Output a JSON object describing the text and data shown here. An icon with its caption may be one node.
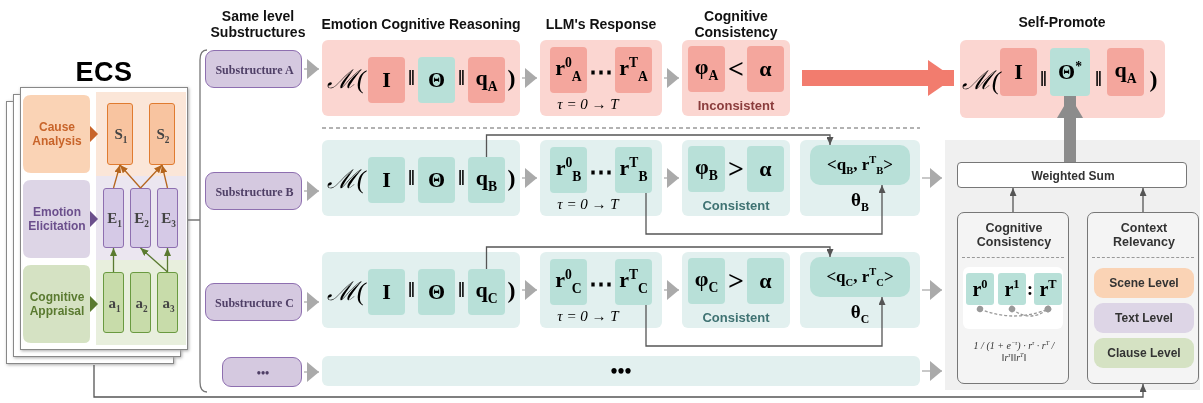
{
  "diagram": {
    "nodes": [
      {
        "text": [
          "ECS"
        ]
      },
      {
        "text": [
          "Cause Analysis"
        ],
        "in": 0
      },
      {
        "text": [
          "Emotion Elicitation"
        ],
        "in": 0
      },
      {
        "text": [
          "Cognitive Appraisal"
        ],
        "in": 0
      },
      {
        "text": [
          "S$_{1}$"
        ],
        "in": 0
      },
      {
        "text": [
          "S$_{2}$"
        ],
        "in": 0
      },
      {
        "text": [
          "E$_{1}$"
        ],
        "in": 0
      },
      {
        "text": [
          "E$_{2}$"
        ],
        "in": 0
      },
      {
        "text": [
          "E$_{3}$"
        ],
        "in": 0
      },
      {
        "text": [
          "a$_{1}$"
        ],
        "in": 0
      },
      {
        "text": [
          "a$_{2}$"
        ],
        "in": 0
      },
      {
        "text": [
          "a$_{3}$"
        ],
        "in": 0
      },
      {
        "text": [
          "Substructure A"
        ]
      },
      {
        "text": [
          "Substructure B"
        ]
      },
      {
        "text": [
          "Substructure C"
        ]
      },
      {
        "text": [
          "•••"
        ]
      },
      {
        "text": [
          "ℳ(",
          "‖",
          "‖",
          ")"
        ]
      },
      {
        "text": [
          "I"
        ],
        "in": 16
      },
      {
        "text": [
          "Θ"
        ],
        "in": 16
      },
      {
        "text": [
          "q$_{A}$"
        ],
        "in": 16
      },
      {
        "text": [
          "⋯",
          "τ = 0 → T"
        ]
      },
      {
        "text": [
          "r$^{0}$$_{A}$"
        ],
        "in": 20
      },
      {
        "text": [
          "r$^{T}$$_{A}$"
        ],
        "in": 20
      },
      {
        "text": [
          "<",
          "Inconsistent"
        ]
      },
      {
        "text": [
          "φ$_{A}$"
        ],
        "in": 23
      },
      {
        "text": [
          "α"
        ],
        "in": 23
      },
      {
        "text": [
          "ℳ(",
          "‖",
          "‖",
          ")"
        ]
      },
      {
        "text": [
          "I"
        ],
        "in": 26
      },
      {
        "text": [
          "Θ$^{*}$"
        ],
        "in": 26
      },
      {
        "text": [
          "q$_{A}$"
        ],
        "in": 26
      },
      {
        "text": [
          "ℳ(",
          "‖",
          "‖",
          ")"
        ]
      },
      {
        "text": [
          "I"
        ],
        "in": 30
      },
      {
        "text": [
          "Θ"
        ],
        "in": 30
      },
      {
        "text": [
          "q$_{B}$"
        ],
        "in": 30
      },
      {
        "text": [
          "⋯",
          "τ = 0 → T"
        ]
      },
      {
        "text": [
          "r$^{0}$$_{B}$"
        ],
        "in": 34
      },
      {
        "text": [
          "r$^{T}$$_{B}$"
        ],
        "in": 34
      },
      {
        "text": [
          ">",
          "Consistent"
        ]
      },
      {
        "text": [
          "φ$_{B}$"
        ],
        "in": 37
      },
      {
        "text": [
          "α"
        ],
        "in": 37
      },
      {
        "text": [
          "θ$_{B}$"
        ]
      },
      {
        "text": [
          "<q$_{B}$, r$^{T}$$_{B}$>"
        ],
        "in": 40
      },
      {
        "text": [
          "ℳ(",
          "‖",
          "‖",
          ")"
        ]
      },
      {
        "text": [
          "I"
        ],
        "in": 42
      },
      {
        "text": [
          "Θ"
        ],
        "in": 42
      },
      {
        "text": [
          "q$_{C}$"
        ],
        "in": 42
      },
      {
        "text": [
          "⋯",
          "τ = 0 → T"
        ]
      },
      {
        "text": [
          "r$^{0}$$_{C}$"
        ],
        "in": 46
      },
      {
        "text": [
          "r$^{T}$$_{C}$"
        ],
        "in": 46
      },
      {
        "text": [
          ">",
          "Consistent"
        ]
      },
      {
        "text": [
          "φ$_{C}$"
        ],
        "in": 49
      },
      {
        "text": [
          "α"
        ],
        "in": 49
      },
      {
        "text": [
          "θ$_{C}$"
        ]
      },
      {
        "text": [
          "<q$_{C}$, r$^{T}$$_{C}$>"
        ],
        "in": 52
      },
      {
        "text": [
          "•••"
        ]
      },
      {
        "text": [],
        "shape": "box"
      },
      {
        "text": [
          "Weighted Sum"
        ],
        "in": 55
      },
      {
        "text": [
          "Cognitive Consistency",
          ":",
          "1 / (1 + e$^{−τ}$) · r$^{τ}$ · r$^{T}$ / ‖r$^{τ}$‖‖r$^{T}$‖"
        ],
        "in": 55
      },
      {
        "text": [
          "r$^{0}$"
        ],
        "in": 57
      },
      {
        "text": [
          "r$^{1}$"
        ],
        "in": 57
      },
      {
        "text": [
          "r$^{T}$"
        ],
        "in": 57
      },
      {
        "text": [
          "Context Relevancy"
        ],
        "in": 55
      },
      {
        "text": [
          "Scene Level"
        ],
        "in": 61
      },
      {
        "text": [
          "Text Level"
        ],
        "in": 61
      },
      {
        "text": [
          "Clause Level"
        ],
        "in": 61
      }
    ],
    "edges": [
      {
        "from": 6,
        "to": 4,
        "arrow": "to",
        "color": "#b5651d"
      },
      {
        "from": 7,
        "to": 4,
        "arrow": "to",
        "color": "#b5651d"
      },
      {
        "from": 7,
        "to": 5,
        "arrow": "to",
        "color": "#b5651d"
      },
      {
        "from": 8,
        "to": 5,
        "arrow": "to",
        "color": "#b5651d"
      },
      {
        "from": 9,
        "to": 6,
        "arrow": "to",
        "color": "#5a7a30"
      },
      {
        "from": 11,
        "to": 7,
        "arrow": "to",
        "color": "#5a7a30"
      },
      {
        "from": 11,
        "to": 8,
        "arrow": "to",
        "color": "#5a7a30"
      },
      {
        "from": 12,
        "to": 16,
        "arrow": "to"
      },
      {
        "from": 16,
        "to": 20,
        "arrow": "to"
      },
      {
        "from": 20,
        "to": 23,
        "arrow": "to"
      },
      {
        "from": 23,
        "to": 26,
        "arrow": "to",
        "style": "thick",
        "color": "#f27c6e"
      },
      {
        "from": 13,
        "to": 30,
        "arrow": "to"
      },
      {
        "from": 30,
        "to": 34,
        "arrow": "to"
      },
      {
        "from": 34,
        "to": 37,
        "arrow": "to"
      },
      {
        "from": 33,
        "to": 41,
        "arrow": "to"
      },
      {
        "from": 36,
        "to": 41,
        "arrow": "to"
      },
      {
        "from": 40,
        "to": 55,
        "arrow": "to"
      },
      {
        "from": 14,
        "to": 42,
        "arrow": "to"
      },
      {
        "from": 42,
        "to": 46,
        "arrow": "to"
      },
      {
        "from": 46,
        "to": 49,
        "arrow": "to"
      },
      {
        "from": 45,
        "to": 53,
        "arrow": "to"
      },
      {
        "from": 48,
        "to": 53,
        "arrow": "to"
      },
      {
        "from": 52,
        "to": 55,
        "arrow": "to"
      },
      {
        "from": 15,
        "to": 54,
        "arrow": "to"
      },
      {
        "from": 54,
        "to": 55,
        "arrow": "to"
      },
      {
        "from": 58,
        "to": 60,
        "arrow": "other",
        "style": "dashed"
      },
      {
        "from": 59,
        "to": 60,
        "arrow": "other",
        "style": "dashed"
      },
      {
        "from": 57,
        "to": 56,
        "arrow": "to"
      },
      {
        "from": 61,
        "to": 56,
        "arrow": "to"
      },
      {
        "from": 56,
        "to": 28,
        "arrow": "to",
        "style": "thick",
        "color": "#8c8c8c"
      },
      {
        "from": 0,
        "to": 61,
        "arrow": "to"
      }
    ],
    "labels": [
      "Same level Substructures",
      "Emotion Cognitive Reasoning",
      "LLM's Response",
      "Cognitive Consistency",
      "Self-Promote"
    ]
  }
}
